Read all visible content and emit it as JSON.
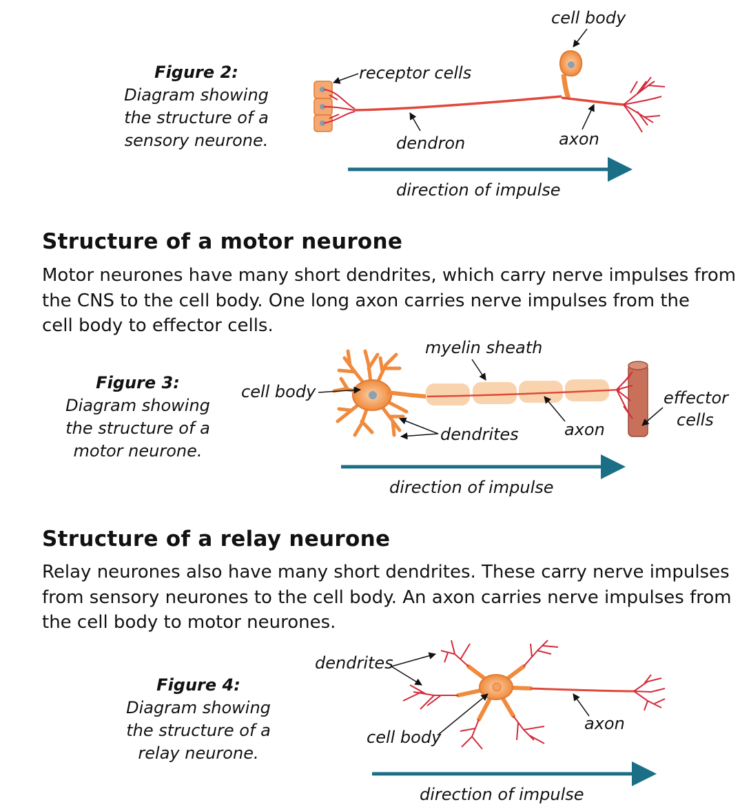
{
  "figure2": {
    "caption": [
      "Figure 2:",
      "Diagram showing",
      "the structure of a",
      "sensory neurone."
    ],
    "labels": {
      "cell_body": "cell body",
      "receptor_cells": "receptor cells",
      "dendron": "dendron",
      "axon": "axon"
    },
    "direction": "direction of impulse"
  },
  "motor": {
    "heading": "Structure of a motor neurone",
    "paragraph": [
      "Motor neurones have many short dendrites, which carry nerve impulses from",
      "the CNS to the cell body.  One long axon carries nerve impulses from the",
      "cell body to effector cells."
    ]
  },
  "figure3": {
    "caption": [
      "Figure 3:",
      "Diagram showing",
      "the structure of a",
      "motor neurone."
    ],
    "labels": {
      "myelin_sheath": "myelin sheath",
      "cell_body": "cell body",
      "dendrites": "dendrites",
      "axon": "axon",
      "effector_line1": "effector",
      "effector_line2": "cells"
    },
    "direction": "direction of impulse"
  },
  "relay": {
    "heading": "Structure of a relay neurone",
    "paragraph": [
      "Relay neurones also have many short dendrites.  These carry nerve impulses",
      "from sensory neurones to the cell body.  An axon carries nerve impulses from",
      "the cell body to motor neurones."
    ]
  },
  "figure4": {
    "caption": [
      "Figure 4:",
      "Diagram showing",
      "the structure of a",
      "relay neurone."
    ],
    "labels": {
      "dendrites": "dendrites",
      "cell_body": "cell body",
      "axon": "axon"
    },
    "direction": "direction of impulse"
  },
  "colors": {
    "neuron_orange": "#f08a3c",
    "nerve_red": "#d42a3a",
    "arrow_teal": "#1a6f86",
    "myelin": "#f9d3ad",
    "muscle": "#c8705a"
  }
}
